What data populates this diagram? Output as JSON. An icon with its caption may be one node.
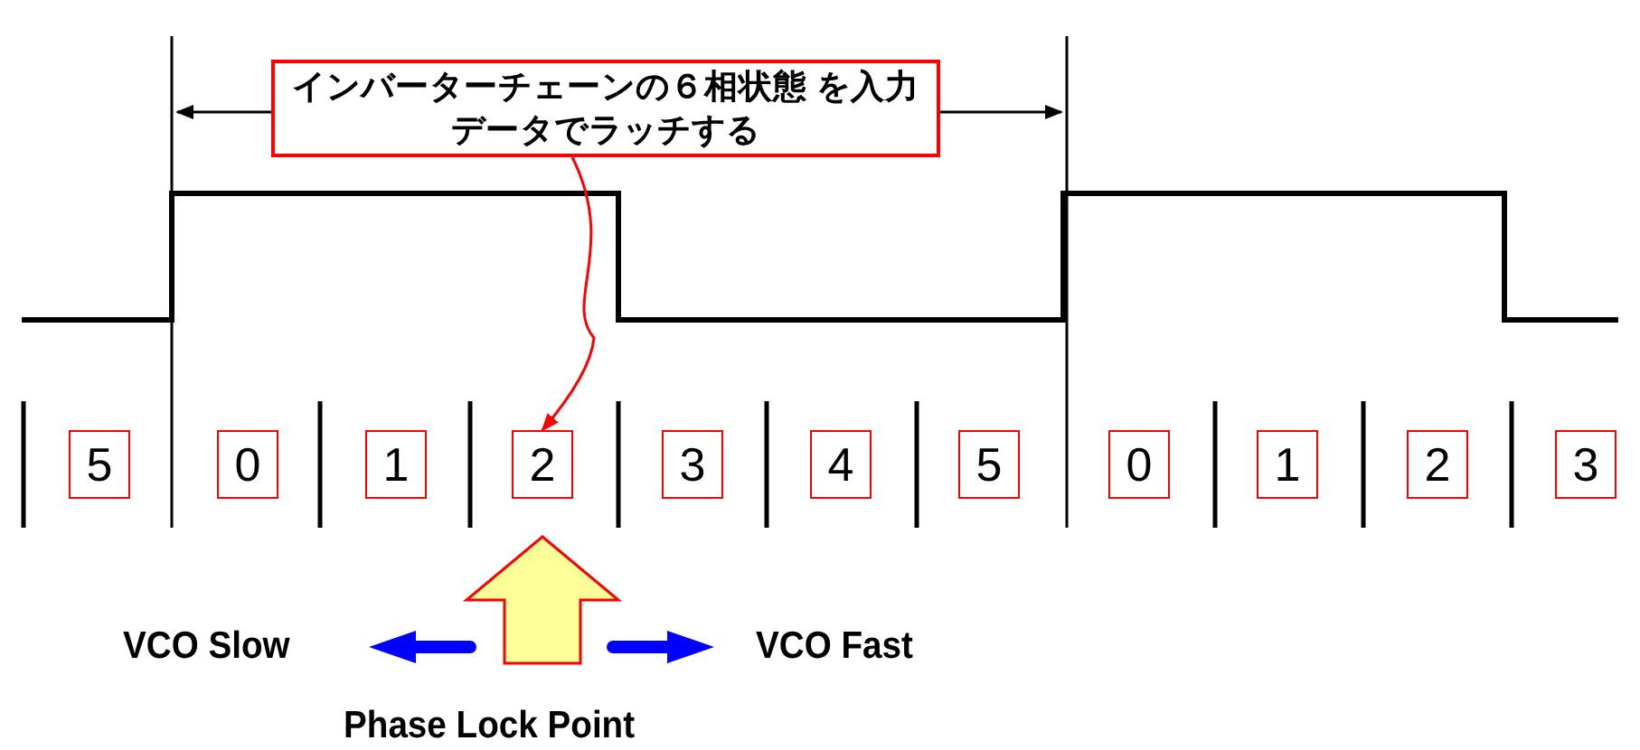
{
  "diagram": {
    "nodes": [
      {
        "text": [
          "インバーターチェーンの６相状態 を入力データでラッチする"
        ]
      },
      {
        "text": [
          "5"
        ]
      },
      {
        "text": [
          "0"
        ]
      },
      {
        "text": [
          "1"
        ]
      },
      {
        "text": [
          "2"
        ]
      },
      {
        "text": [
          "3"
        ]
      },
      {
        "text": [
          "4"
        ]
      },
      {
        "text": [
          "5"
        ]
      },
      {
        "text": [
          "0"
        ]
      },
      {
        "text": [
          "1"
        ]
      },
      {
        "text": [
          "2"
        ]
      },
      {
        "text": [
          "3"
        ]
      }
    ],
    "edges": [
      {
        "from": 0,
        "to": 4,
        "arrow": "to",
        "color": "#ff0000"
      }
    ],
    "labels": [
      "VCO Slow",
      "VCO Fast",
      "Phase Lock Point"
    ]
  }
}
